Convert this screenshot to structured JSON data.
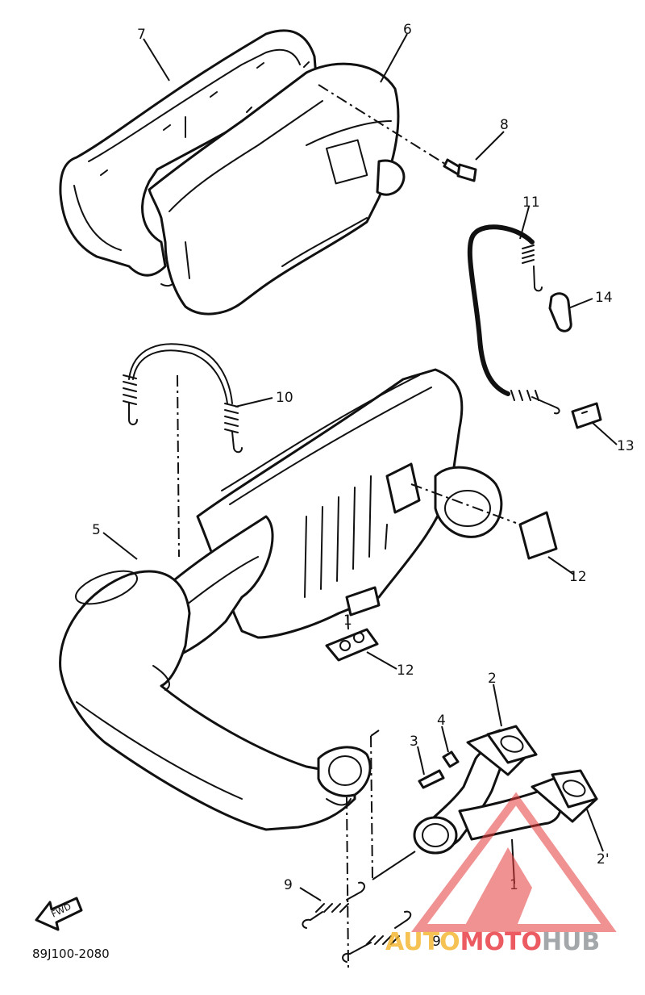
{
  "diagram": {
    "callouts": [
      "7",
      "6",
      "8",
      "11",
      "14",
      "10",
      "5",
      "13",
      "12",
      "12",
      "1",
      "2",
      "4",
      "3",
      "2'",
      "9",
      "1",
      "9"
    ],
    "fwd_label": "FWD",
    "drawing_code": "89J100-2080",
    "watermark": {
      "part1": "AUTO",
      "part2": "MOTO",
      "part3": "HUB",
      "colors": {
        "triangle": "#e53a3a",
        "auto": "#f3b429",
        "moto": "#e8333a",
        "hub": "#8e9296"
      }
    }
  }
}
